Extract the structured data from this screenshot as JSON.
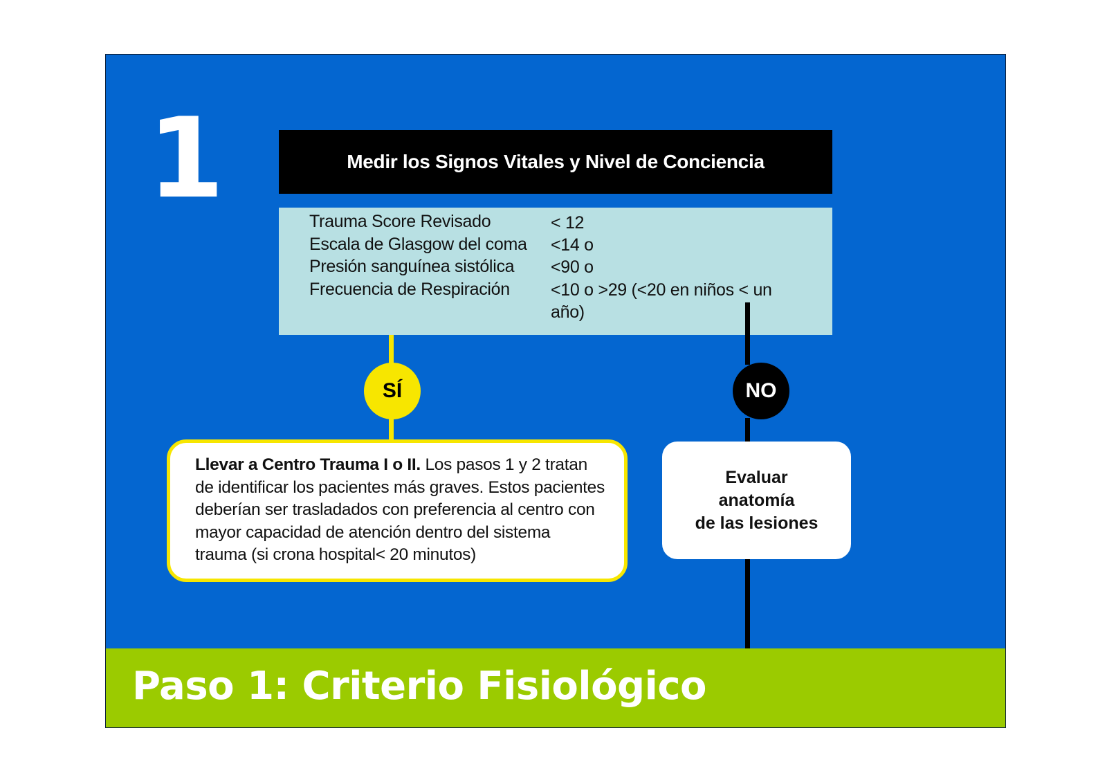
{
  "slide": {
    "step_number": "1",
    "header": "Medir los Signos Vitales y Nivel de Conciencia",
    "criteria": [
      {
        "label": "Trauma Score Revisado",
        "value": "< 12"
      },
      {
        "label": "Escala de Glasgow del coma",
        "value": "<14 o"
      },
      {
        "label": "Presión sanguínea sistólica",
        "value": "<90 o"
      },
      {
        "label": "Frecuencia de Respiración",
        "value_line1": "<10 o >29 (<20 en niños < un",
        "value_line2": "año)"
      }
    ],
    "yes_label": "SÍ",
    "no_label": "NO",
    "yes_box": {
      "bold": "Llevar a Centro Trauma I o II.",
      "text": " Los pasos 1 y 2 tratan de identificar los pacientes más graves. Estos pacientes deberían ser trasladados con preferencia al centro con mayor capacidad de atención dentro del sistema trauma (si crona hospital< 20 minutos)"
    },
    "no_box": {
      "line1": "Evaluar",
      "line2": "anatomía",
      "line3": "de las lesiones"
    },
    "footer_title": "Paso 1: Criterio Fisiológico",
    "colors": {
      "background": "#0466d0",
      "header": "#000000",
      "criteria_box": "#b8e0e3",
      "yes": "#f7e600",
      "no": "#000000",
      "footer": "#9bcb00"
    }
  }
}
